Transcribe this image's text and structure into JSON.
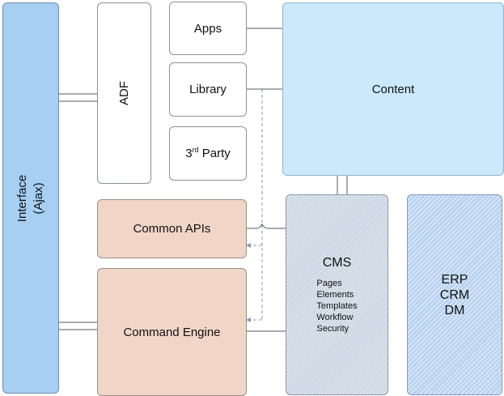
{
  "diagram": {
    "interface": {
      "line1": "Interface",
      "line2": "(Ajax)"
    },
    "adf": {
      "label": "ADF"
    },
    "apps": {
      "label": "Apps"
    },
    "library": {
      "label": "Library"
    },
    "third_party": {
      "prefix": "3",
      "superscript": "rd",
      "suffix": " Party"
    },
    "content": {
      "label": "Content"
    },
    "common_apis": {
      "label": "Common APIs"
    },
    "command_engine": {
      "label": "Command Engine"
    },
    "cms": {
      "title": "CMS",
      "items": [
        "Pages",
        "Elements",
        "Templates",
        "Workflow",
        "Security"
      ]
    },
    "erp": {
      "lines": [
        "ERP",
        "CRM",
        "DM"
      ]
    }
  },
  "colors": {
    "interface_fill": "#a6cff2",
    "content_fill": "#cce9fc",
    "salmon_fill": "#f1d6c7",
    "cms_fill": "#c9d4e2",
    "erp_fill": "#b8d2ef",
    "connector_line": "#555a63",
    "dashed_line": "#8b98b2"
  }
}
